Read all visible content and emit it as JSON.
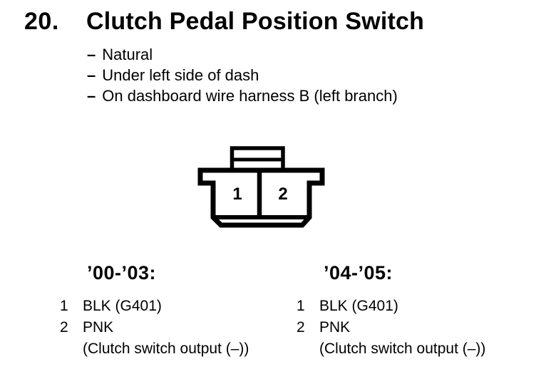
{
  "page": {
    "background_color": "#ffffff",
    "ink_color": "#000000"
  },
  "header": {
    "number": "20.",
    "title": "Clutch Pedal Position Switch",
    "bullet_dash": "–",
    "bullets": [
      "Natural",
      "Under left side of dash",
      "On dashboard wire harness B (left branch)"
    ]
  },
  "connector": {
    "description": "2-cavity connector face view with lock tab",
    "pins": [
      "1",
      "2"
    ]
  },
  "columns": [
    {
      "heading": "’00-’03:",
      "pins": [
        {
          "num": "1",
          "label": "BLK (G401)"
        },
        {
          "num": "2",
          "label": "PNK"
        }
      ],
      "note": "(Clutch switch output (–))"
    },
    {
      "heading": "’04-’05:",
      "pins": [
        {
          "num": "1",
          "label": "BLK (G401)"
        },
        {
          "num": "2",
          "label": "PNK"
        }
      ],
      "note": "(Clutch switch output (–))"
    }
  ]
}
